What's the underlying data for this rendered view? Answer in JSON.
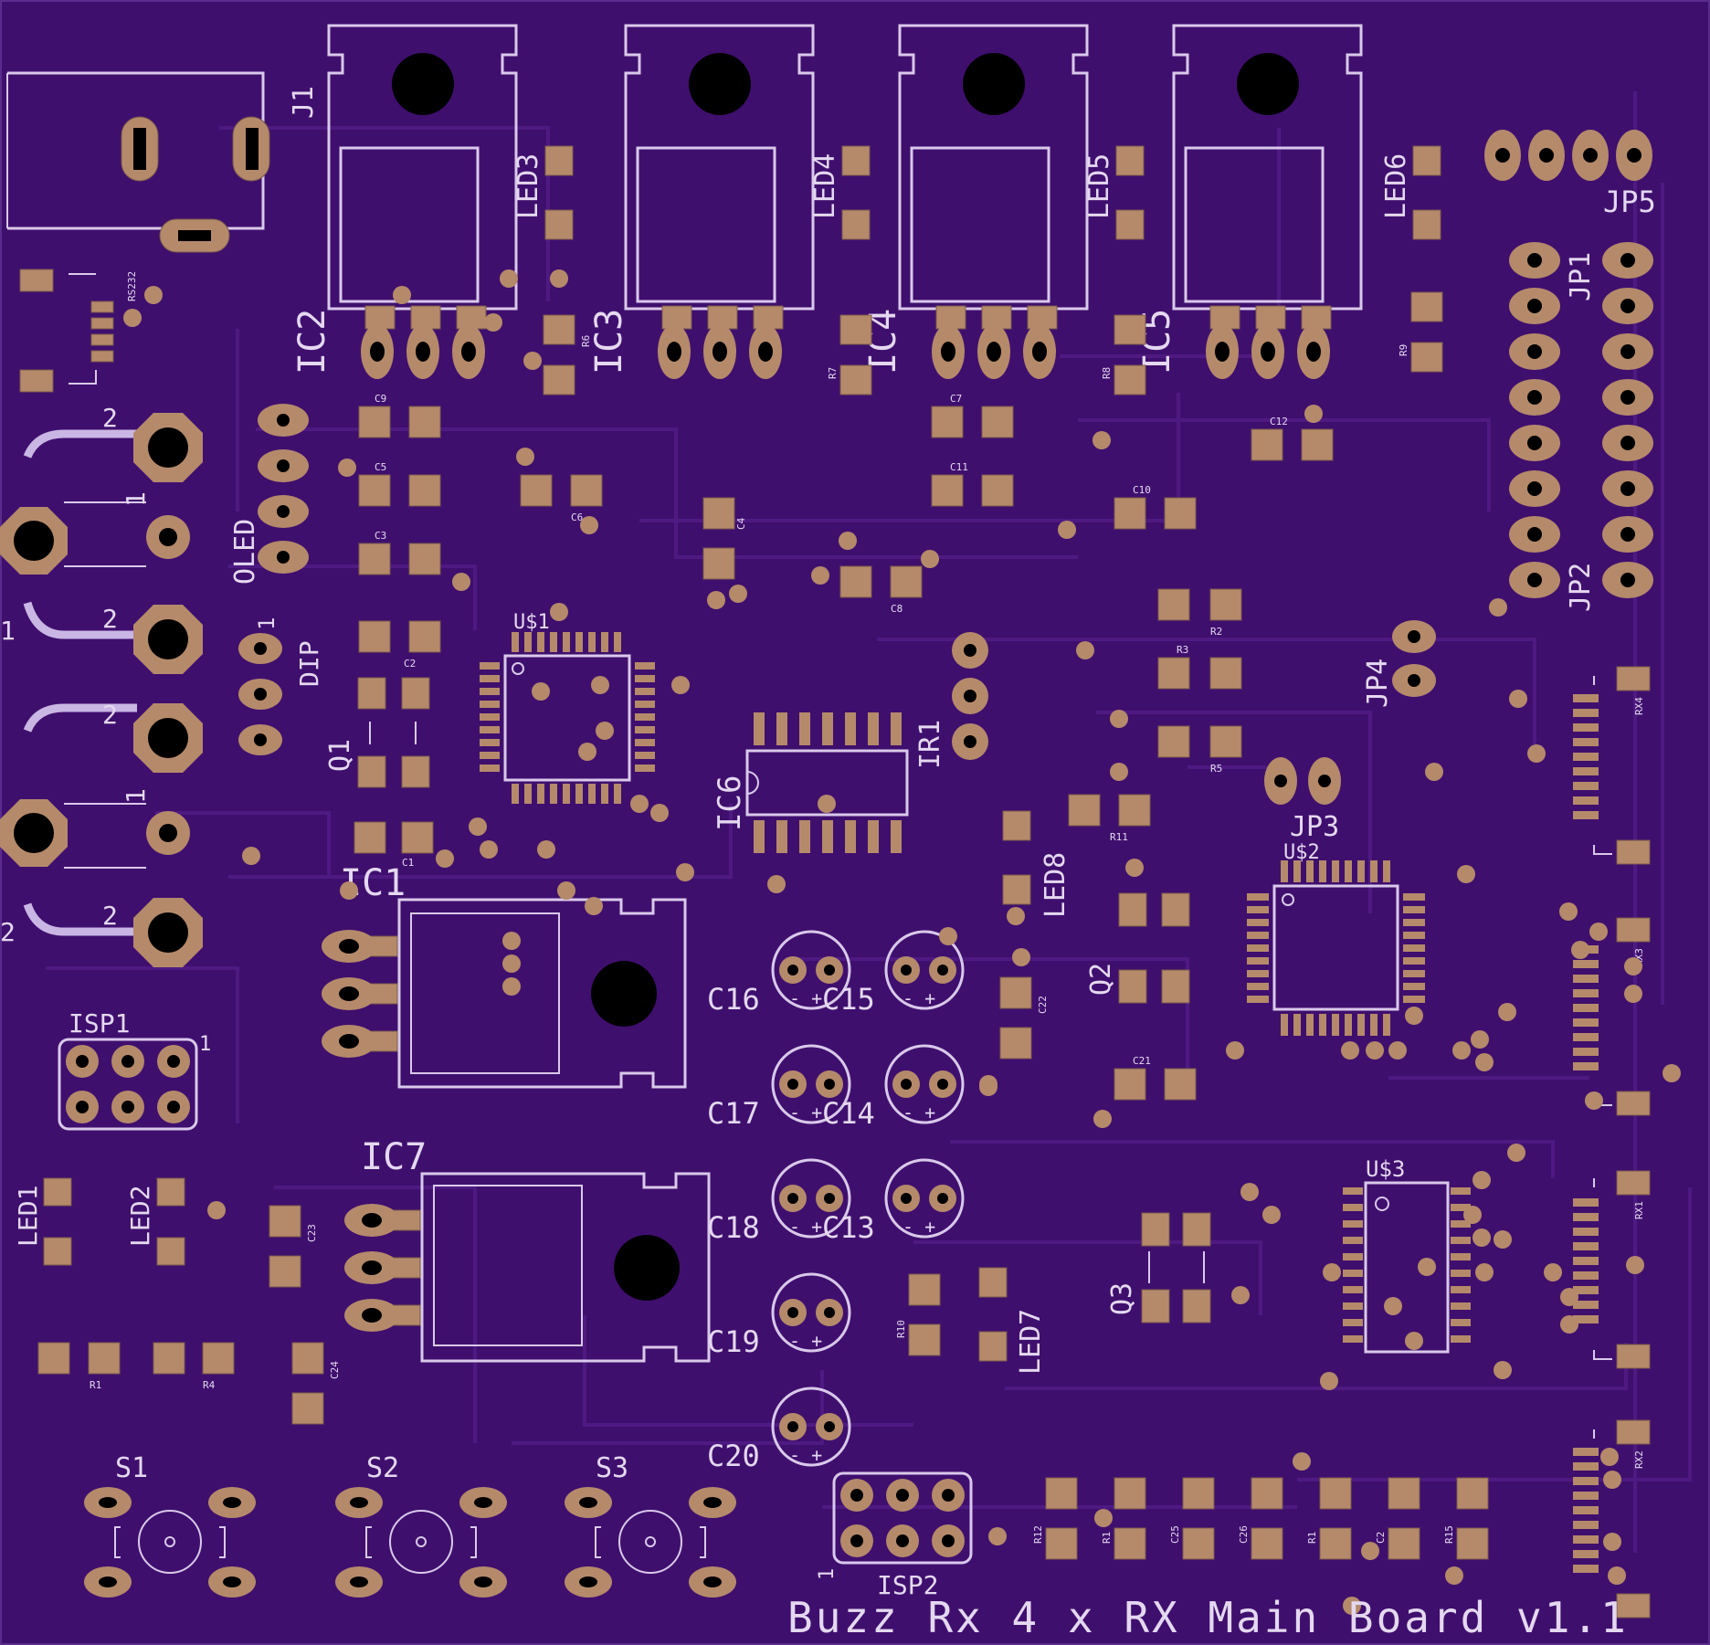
{
  "board": {
    "title": "Buzz Rx 4 x RX Main Board v1.1",
    "background": "#3f0f6e",
    "silkscreen_color": "#d9c9ea",
    "copper_color": "#b58a6a",
    "trace_color": "#4e1a82"
  },
  "labels": {
    "J1": "J1",
    "IC1": "IC1",
    "IC2": "IC2",
    "IC3": "IC3",
    "IC4": "IC4",
    "IC5": "IC5",
    "IC6": "IC6",
    "IC7": "IC7",
    "LED1": "LED1",
    "LED2": "LED2",
    "LED3": "LED3",
    "LED4": "LED4",
    "LED5": "LED5",
    "LED6": "LED6",
    "LED7": "LED7",
    "LED8": "LED8",
    "JP1": "JP1",
    "JP2": "JP2",
    "JP3": "JP3",
    "JP4": "JP4",
    "JP5": "JP5",
    "ISP1": "ISP1",
    "ISP2": "ISP2",
    "S1": "S1",
    "S2": "S2",
    "S3": "S3",
    "Q1": "Q1",
    "Q2": "Q2",
    "Q3": "Q3",
    "US1": "U$1",
    "US2": "U$2",
    "US3": "U$3",
    "IR1": "IR1",
    "OLED": "OLED",
    "DIP": "DIP",
    "C13": "C13",
    "C14": "C14",
    "C15": "C15",
    "C16": "C16",
    "C17": "C17",
    "C18": "C18",
    "C19": "C19",
    "C20": "C20",
    "RS232": "RS232",
    "RX1": "RX1",
    "RX2": "RX2",
    "RX3": "RX3",
    "RX4": "RX4",
    "C1": "C1",
    "C2": "C2",
    "C3": "C3",
    "C4": "C4",
    "C5": "C5",
    "C6": "C6",
    "C7": "C7",
    "C8": "C8",
    "C9": "C9",
    "C10": "C10",
    "C11": "C11",
    "C12": "C12",
    "C21": "C21",
    "C22": "C22",
    "C23": "C23",
    "C24": "C24",
    "C25": "C25",
    "C26": "C26",
    "C2x": "C2",
    "R1": "R1",
    "R1x": "R1",
    "R1y": "R1",
    "R2": "R2",
    "R3": "R3",
    "R4": "R4",
    "R5": "R5",
    "R6": "R6",
    "R7": "R7",
    "R8": "R8",
    "R9": "R9",
    "R10": "R10",
    "R11": "R11",
    "R12": "R12",
    "R15": "R15",
    "pin1": "1",
    "pin2": "2",
    "cap_polarity": "- +",
    "cap_polarity_minus": "-"
  }
}
